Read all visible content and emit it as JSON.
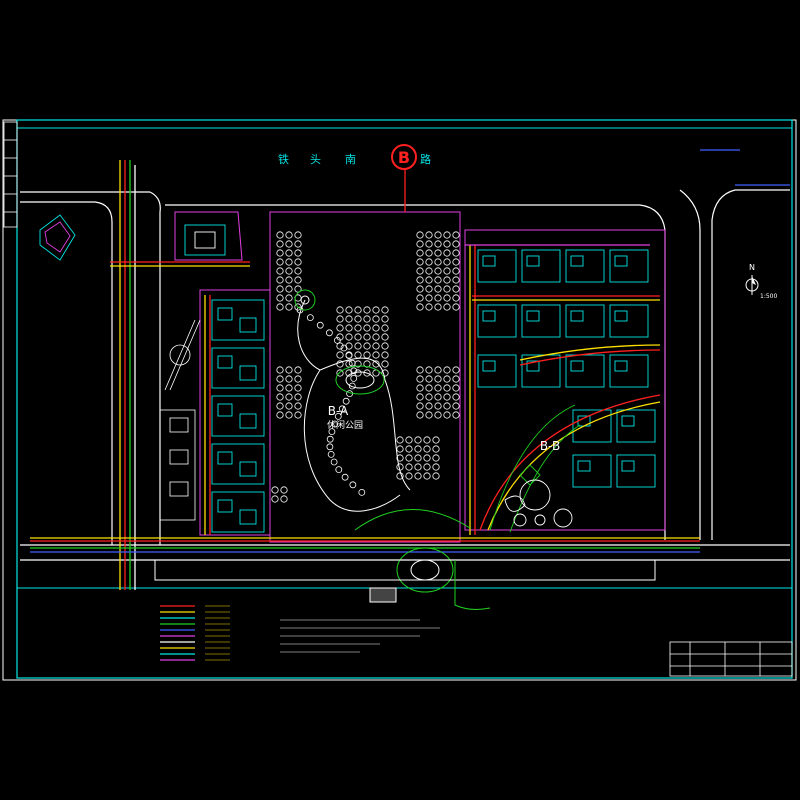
{
  "road": {
    "char1": "铁",
    "char2": "头",
    "char3": "南",
    "char4": "路"
  },
  "zone_marker": "B",
  "parks": {
    "a_code": "B-A",
    "a_name": "休闲公园",
    "b_code": "B-B"
  },
  "north_arrow": {
    "letter": "N",
    "scale": "1:500"
  },
  "colors": {
    "frame": "#00e5e5",
    "building": "#e040e0",
    "road": "#ffffff",
    "trees": "#ffffff",
    "green": "#20d020",
    "pipe_yellow": "#ffe000",
    "pipe_red": "#ff2020",
    "pipe_blue": "#4060ff",
    "marker": "#ff2020"
  }
}
